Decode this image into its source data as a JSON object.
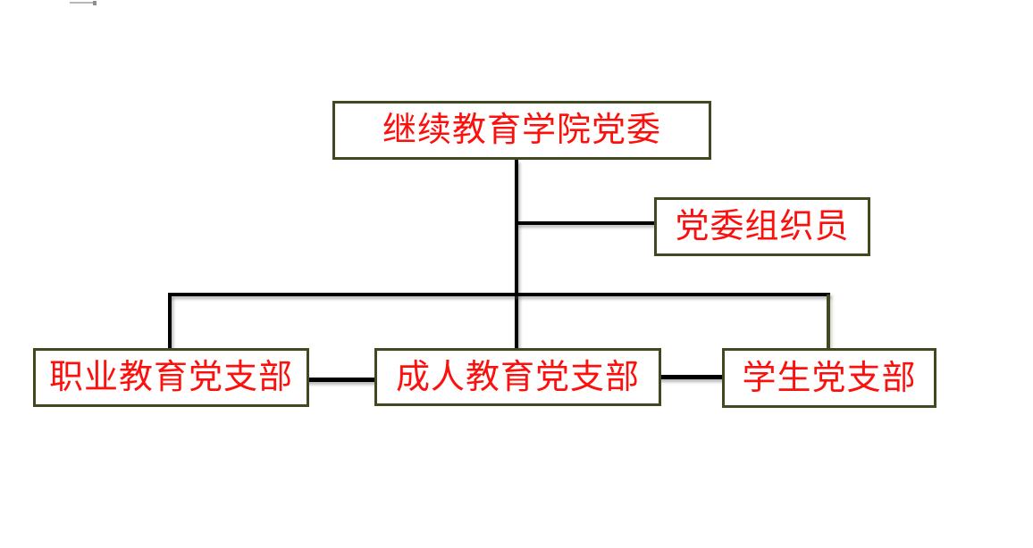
{
  "diagram": {
    "type": "org-chart",
    "background": "#ffffff",
    "root": {
      "id": "party-committee",
      "label": "继续教育学院党委"
    },
    "staff_node": {
      "id": "organizer",
      "label": "党委组织员"
    },
    "children": [
      {
        "id": "vocational-branch",
        "label": "职业教育党支部"
      },
      {
        "id": "adult-branch",
        "label": "成人教育党支部"
      },
      {
        "id": "student-branch",
        "label": "学生党支部"
      }
    ],
    "edges": [
      {
        "from": "party-committee",
        "to": "organizer"
      },
      {
        "from": "party-committee",
        "to": "vocational-branch"
      },
      {
        "from": "party-committee",
        "to": "adult-branch"
      },
      {
        "from": "party-committee",
        "to": "student-branch"
      },
      {
        "from": "vocational-branch",
        "to": "adult-branch"
      },
      {
        "from": "adult-branch",
        "to": "student-branch"
      }
    ],
    "colors": {
      "box_border": "#404a1e",
      "label_text": "#fb100d",
      "connector": "#000000",
      "connector_accent": "#404a1e",
      "background": "#ffffff",
      "artifact_gray": "#b8b8b8"
    }
  }
}
